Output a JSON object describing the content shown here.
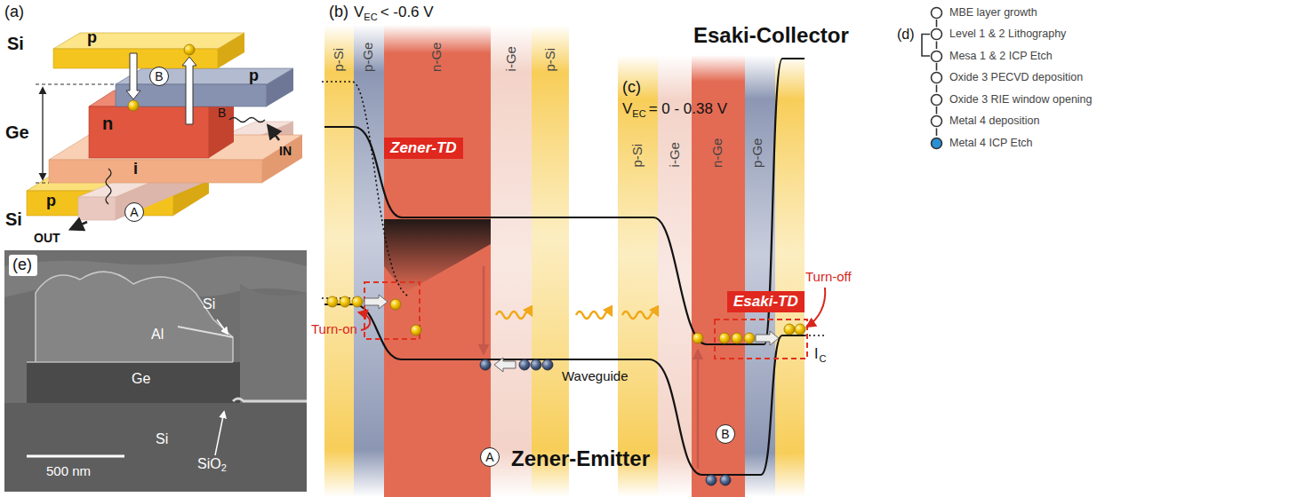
{
  "diagram": {
    "nodes": [
      {
        "text": [
          "p"
        ]
      },
      {
        "text": [
          "p"
        ]
      },
      {
        "text": [
          "n"
        ]
      },
      {
        "text": [
          "i"
        ]
      },
      {
        "text": [
          "p"
        ]
      },
      {
        "text": [
          "B"
        ]
      },
      {
        "text": [
          "A"
        ]
      },
      {
        "text": [
          "p-Si"
        ]
      },
      {
        "text": [
          "p-Ge"
        ]
      },
      {
        "text": [
          "n-Ge"
        ]
      },
      {
        "text": [
          "i-Ge"
        ]
      },
      {
        "text": [
          "p-Si"
        ]
      },
      {
        "text": [
          "Zener-TD"
        ]
      },
      {
        "text": [
          "A"
        ]
      },
      {
        "text": [
          "p-Si"
        ]
      },
      {
        "text": [
          "i-Ge"
        ]
      },
      {
        "text": [
          "n-Ge"
        ]
      },
      {
        "text": [
          "p-Ge"
        ]
      },
      {
        "text": [
          "Esaki-TD"
        ]
      },
      {
        "text": [
          "B"
        ]
      },
      {
        "text": [
          "MBE layer growth"
        ]
      },
      {
        "text": [
          "Level 1 & 2 Lithography"
        ]
      },
      {
        "text": [
          "Mesa 1 & 2 ICP Etch"
        ]
      },
      {
        "text": [
          "Oxide 3 PECVD deposition"
        ]
      },
      {
        "text": [
          "Oxide 3 RIE window opening"
        ]
      },
      {
        "text": [
          "Metal 4 deposition"
        ]
      },
      {
        "text": [
          "Metal 4 ICP Etch"
        ]
      }
    ],
    "edges": [
      {
        "from": 20,
        "to": 21,
        "arrow": "none"
      },
      {
        "from": 21,
        "to": 22,
        "arrow": "none"
      },
      {
        "from": 22,
        "to": 23,
        "arrow": "none"
      },
      {
        "from": 23,
        "to": 24,
        "arrow": "none"
      },
      {
        "from": 24,
        "to": 25,
        "arrow": "none"
      },
      {
        "from": 25,
        "to": 26,
        "arrow": "none"
      },
      {
        "from": 21,
        "to": 22,
        "arrow": "none"
      }
    ],
    "labels": [
      "(a)",
      "Si",
      "Ge",
      "Si",
      "B",
      "IN",
      "OUT",
      "(b)",
      "V",
      "EC",
      "< -0.6 V",
      "Turn-on",
      "Zener-Emitter",
      "Waveguide",
      "Esaki-Collector",
      "(c)",
      "V",
      "EC",
      "= 0 - 0.38 V",
      "Turn-off",
      "I",
      "C",
      "(d)",
      "(e)",
      "Si",
      "Al",
      "Ge",
      "Si",
      "SiO",
      "2",
      "500 nm"
    ]
  }
}
